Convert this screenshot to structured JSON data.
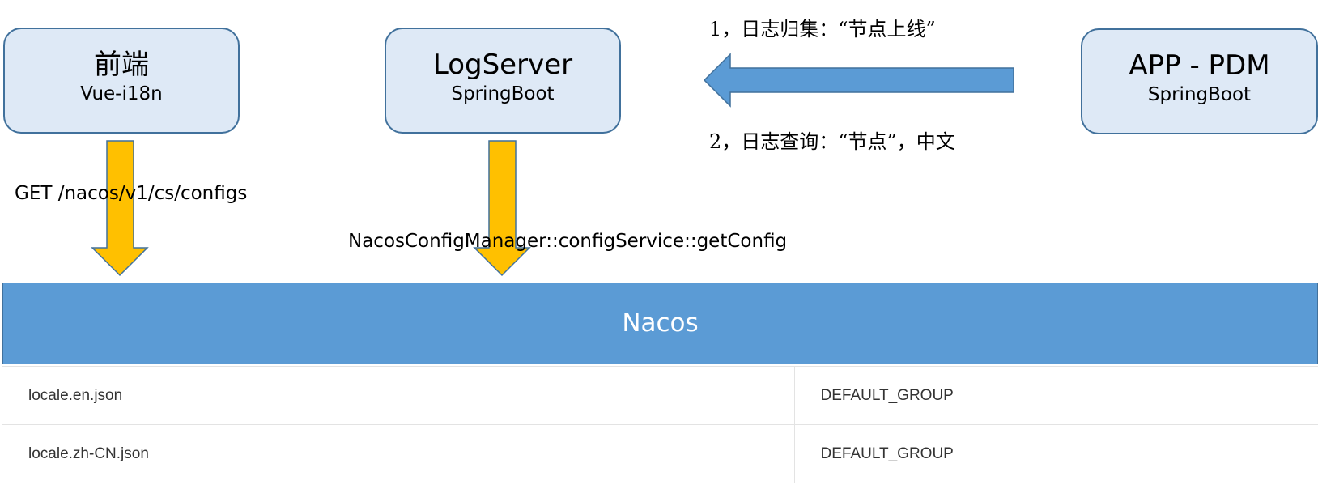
{
  "nodes": {
    "frontend": {
      "title": "前端",
      "subtitle": "Vue-i18n"
    },
    "logserver": {
      "title": "LogServer",
      "subtitle": "SpringBoot"
    },
    "app": {
      "title": "APP - PDM",
      "subtitle": "SpringBoot"
    }
  },
  "edges": {
    "frontend_to_nacos": "GET /nacos/v1/cs/configs",
    "logserver_to_nacos": "NacosConfigManager::configService::getConfig",
    "app_to_logserver_step1": "1，日志归集：“节点上线”",
    "app_to_logserver_step2": "2，日志查询：“节点”，中文"
  },
  "nacos": {
    "title": "Nacos"
  },
  "configs": [
    {
      "data_id": "locale.en.json",
      "group": "DEFAULT_GROUP"
    },
    {
      "data_id": "locale.zh-CN.json",
      "group": "DEFAULT_GROUP"
    }
  ],
  "colors": {
    "node_fill": "#dee9f6",
    "node_border": "#41719c",
    "arrow_blue": "#5b9bd5",
    "arrow_yellow": "#ffc000",
    "nacos_bar": "#5b9bd5"
  },
  "icons": {
    "down_arrow": "arrow-down-icon",
    "left_arrow": "arrow-left-icon"
  }
}
